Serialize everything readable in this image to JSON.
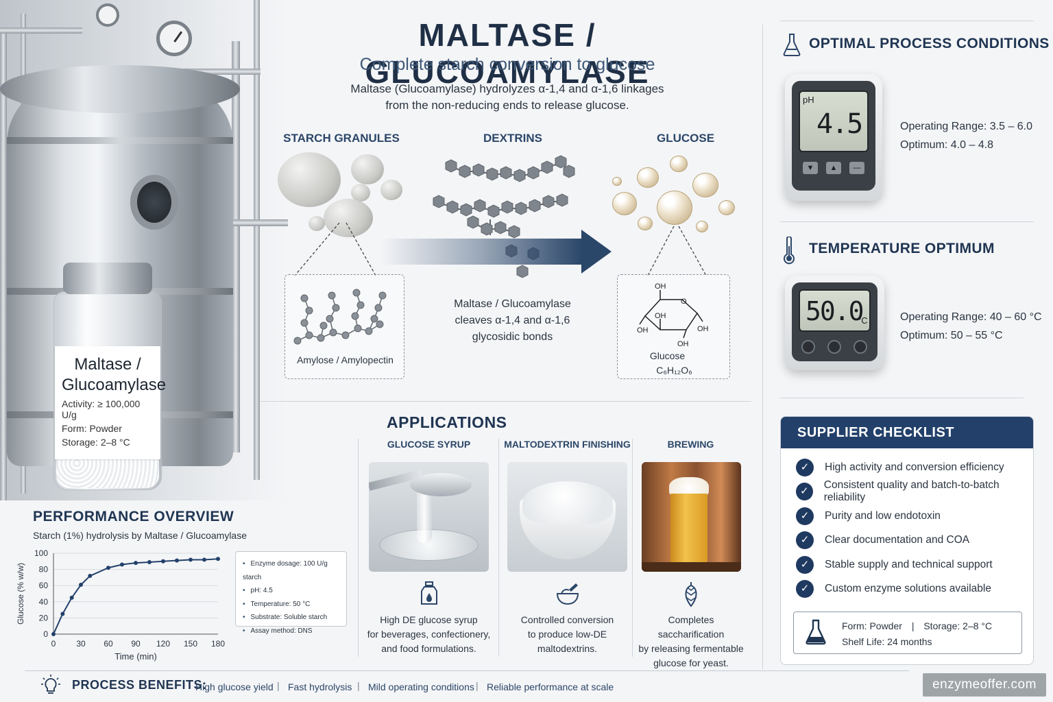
{
  "header": {
    "title": "MALTASE / GLUCOAMYLASE",
    "subtitle": "Complete starch conversion to glucose",
    "description_line1": "Maltase (Glucoamylase) hydrolyzes α-1,4 and α-1,6 linkages",
    "description_line2": "from the non-reducing ends to release glucose."
  },
  "vial": {
    "name_line1": "Maltase /",
    "name_line2": "Glucoamylase",
    "activity": "Activity: ≥ 100,000 U/g",
    "form": "Form:  Powder",
    "storage": "Storage:  2–8 °C"
  },
  "pathway": {
    "stage1": "STARCH GRANULES",
    "stage2": "DEXTRINS",
    "stage3": "GLUCOSE",
    "box1_label": "Amylose / Amylopectin",
    "mechanism_line1": "Maltase / Glucoamylase",
    "mechanism_line2": "cleaves α-1,4 and α-1,6",
    "mechanism_line3": "glycosidic bonds",
    "glucose_name": "Glucose",
    "glucose_formula": "C₆H₁₂O₆",
    "oh": "OH",
    "o": "O"
  },
  "applications": {
    "title": "APPLICATIONS",
    "items": [
      {
        "name": "GLUCOSE SYRUP",
        "icon": "bottle-drop-icon",
        "desc1": "High DE glucose syrup",
        "desc2": "for beverages, confectionery,",
        "desc3": "and food formulations."
      },
      {
        "name": "MALTODEXTRIN FINISHING",
        "icon": "powder-bowl-icon",
        "desc1": "Controlled conversion",
        "desc2": "to produce low-DE",
        "desc3": "maltodextrins."
      },
      {
        "name": "BREWING",
        "icon": "hop-icon",
        "desc1": "Completes saccharification",
        "desc2": "by releasing fermentable",
        "desc3": "glucose for yeast."
      }
    ]
  },
  "ph": {
    "title": "OPTIMAL PROCESS CONDITIONS",
    "meter_label": "pH",
    "meter_value": "4.5",
    "range": "Operating Range: 3.5 – 6.0",
    "optimum": "Optimum: 4.0 – 4.8"
  },
  "temperature": {
    "title": "TEMPERATURE OPTIMUM",
    "meter_value": "50.0",
    "meter_unit": "°C",
    "range": "Operating Range: 40 – 60 °C",
    "optimum": "Optimum: 50 – 55 °C"
  },
  "checklist": {
    "title": "SUPPLIER CHECKLIST",
    "items": [
      "High activity and conversion efficiency",
      "Consistent quality and batch-to-batch reliability",
      "Purity and low endotoxin",
      "Clear documentation and COA",
      "Stable supply and technical support",
      "Custom enzyme solutions available"
    ],
    "spec_form": "Form:  Powder",
    "spec_sep": "|",
    "spec_storage": "Storage:  2–8 °C",
    "spec_shelf": "Shelf Life:  24 months"
  },
  "performance": {
    "title": "PERFORMANCE OVERVIEW",
    "subtitle": "Starch (1%) hydrolysis by Maltase / Glucoamylase",
    "conditions": [
      "Enzyme dosage: 100 U/g starch",
      "pH: 4.5",
      "Temperature: 50 °C",
      "Substrate: Soluble starch",
      "Assay method: DNS"
    ]
  },
  "chart_data": {
    "type": "line",
    "title": "",
    "xlabel": "Time (min)",
    "ylabel": "Glucose (% w/w)",
    "xlim": [
      0,
      180
    ],
    "ylim": [
      0,
      100
    ],
    "x_ticks": [
      0,
      30,
      60,
      90,
      120,
      150,
      180
    ],
    "y_ticks": [
      0,
      20,
      40,
      60,
      80,
      100
    ],
    "grid": true,
    "color": "#22406a",
    "series": [
      {
        "x": [
          0,
          10,
          20,
          30,
          40,
          60,
          75,
          90,
          105,
          120,
          135,
          150,
          165,
          180
        ],
        "values": [
          0,
          25,
          45,
          61,
          72,
          82,
          86,
          88,
          89,
          90,
          91,
          92,
          92,
          93
        ]
      }
    ]
  },
  "footer": {
    "label": "PROCESS BENEFITS:",
    "benefits": [
      "High glucose yield",
      "Fast hydrolysis",
      "Mild operating conditions",
      "Reliable performance at scale"
    ],
    "separator": "|",
    "watermark": "enzymeoffer.com"
  }
}
